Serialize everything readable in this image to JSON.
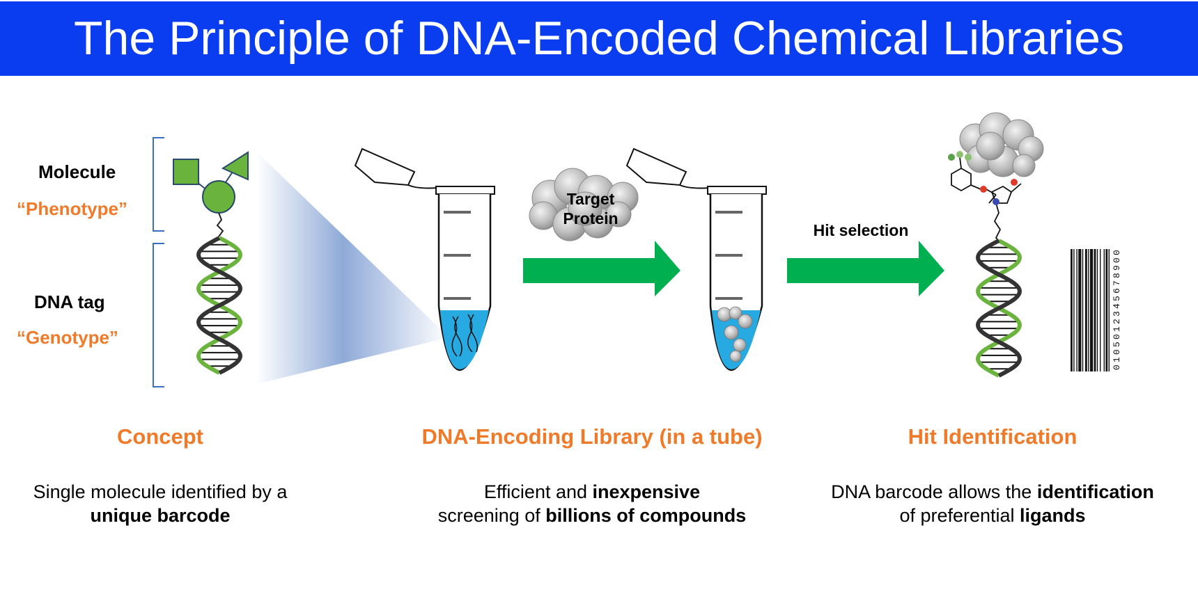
{
  "title": "The Principle of DNA-Encoded Chemical Libraries",
  "concept_labels": {
    "molecule": "Molecule",
    "phenotype": "“Phenotype”",
    "dna_tag": "DNA tag",
    "genotype": "“Genotype”"
  },
  "target_protein": {
    "line1": "Target",
    "line2": "Protein"
  },
  "hit_selection": "Hit selection",
  "barcode_digits": "0105012345678900",
  "sections": [
    {
      "heading": "Concept",
      "caption_line1": "Single molecule identified by a",
      "caption_line2_bold": "unique barcode"
    },
    {
      "heading": "DNA-Encoding Library (in a tube)",
      "caption_line1_a": "Efficient and ",
      "caption_line1_b_bold": "inexpensive",
      "caption_line2_a": "screening of ",
      "caption_line2_b_bold": "billions of compounds"
    },
    {
      "heading": "Hit Identification",
      "caption_line1_a": "DNA barcode allows the ",
      "caption_line1_b_bold": "identification",
      "caption_line2_a": "of preferential ",
      "caption_line2_b_bold": "ligands"
    }
  ],
  "colors": {
    "banner": "#0a3cf0",
    "accent_orange": "#ef7b2a",
    "arrow_green": "#00b050",
    "dna_green": "#6ab43e",
    "liquid_blue": "#27a9e1"
  }
}
